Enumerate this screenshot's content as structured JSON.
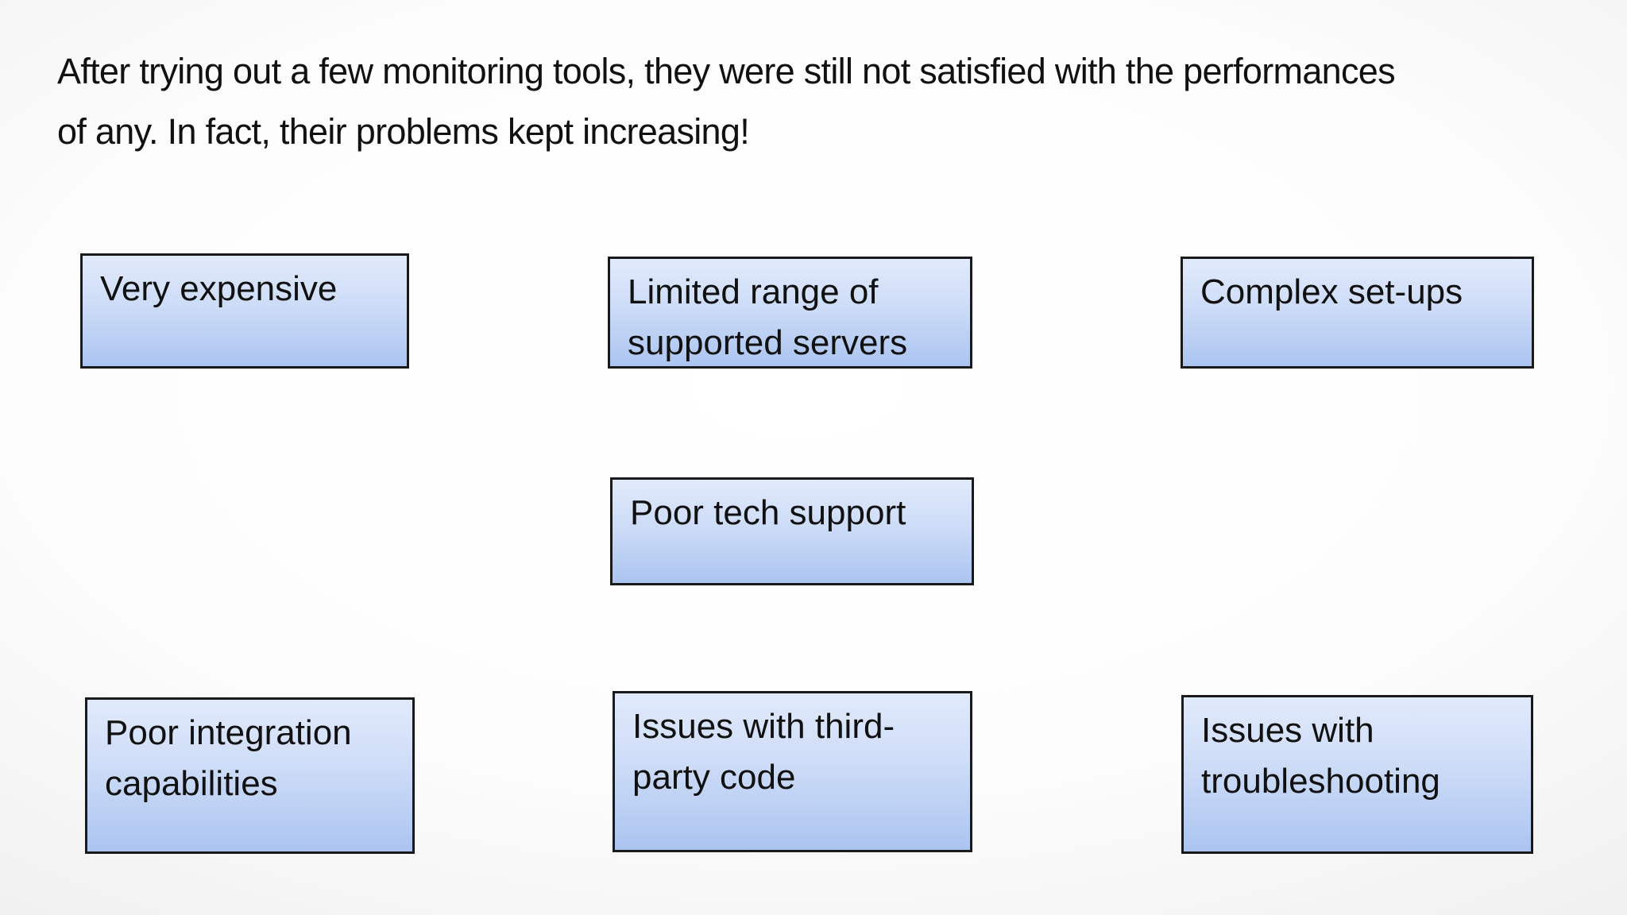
{
  "slide": {
    "intro": {
      "line1": "After trying out a few monitoring tools, they were still not satisfied with the performances",
      "line2": "of any. In fact, their problems kept increasing!"
    },
    "problem_boxes": [
      {
        "label": "Very expensive"
      },
      {
        "label": "Limited range of supported servers"
      },
      {
        "label": "Complex set-ups"
      },
      {
        "label": "Poor tech support"
      },
      {
        "label": "Poor integration capabilities"
      },
      {
        "label": "Issues with third-party code"
      },
      {
        "label": "Issues with troubleshooting"
      }
    ],
    "colors": {
      "box_gradient_top": "#e1eafb",
      "box_gradient_bottom": "#abc4f0",
      "box_border": "#1a1a1a",
      "background_center": "#ffffff",
      "background_edge": "#d2d2d2",
      "text": "#111111"
    }
  }
}
